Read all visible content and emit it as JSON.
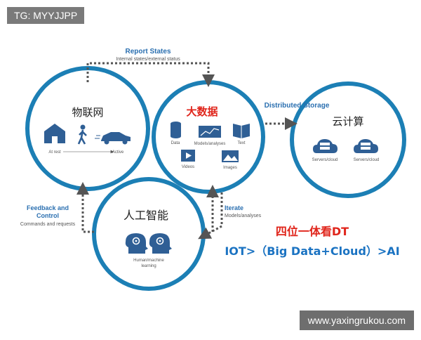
{
  "overlay": {
    "tag": "TG: MYYJJPP",
    "watermark": "www.yaxingrukou.com"
  },
  "nodes": {
    "iot": {
      "title": "物联网",
      "labels": [
        "At rest",
        "Active"
      ]
    },
    "bigdata": {
      "title": "大数据",
      "labels": [
        "Data",
        "Models/analyses",
        "Text",
        "Videos",
        "Images"
      ]
    },
    "cloud": {
      "title": "云计算",
      "labels": [
        "Servers/cloud",
        "Servers/cloud"
      ]
    },
    "ai": {
      "title": "人工智能",
      "labels": [
        "Human/machine",
        "learning"
      ]
    }
  },
  "edges": {
    "report": {
      "title": "Report States",
      "subtitle": "Internal states/external status"
    },
    "storage": {
      "title": "Distributed Storage"
    },
    "feedback": {
      "title1": "Feedback and",
      "title2": "Control",
      "subtitle": "Commands and requests"
    },
    "iterate": {
      "title": "Iterate",
      "subtitle": "Models/analyses"
    }
  },
  "slogan": {
    "line1": "四位一体看DT",
    "line2": "IOT>（Big Data+Cloud）>AI"
  },
  "colors": {
    "ring": "#1c7fb5",
    "title_red": "#e0251b",
    "text_dark": "#222222",
    "arrow": "#555555",
    "label_blue": "#2a6fb0",
    "icon_blue": "#2f5f95",
    "slogan_blue": "#1b73c2"
  }
}
